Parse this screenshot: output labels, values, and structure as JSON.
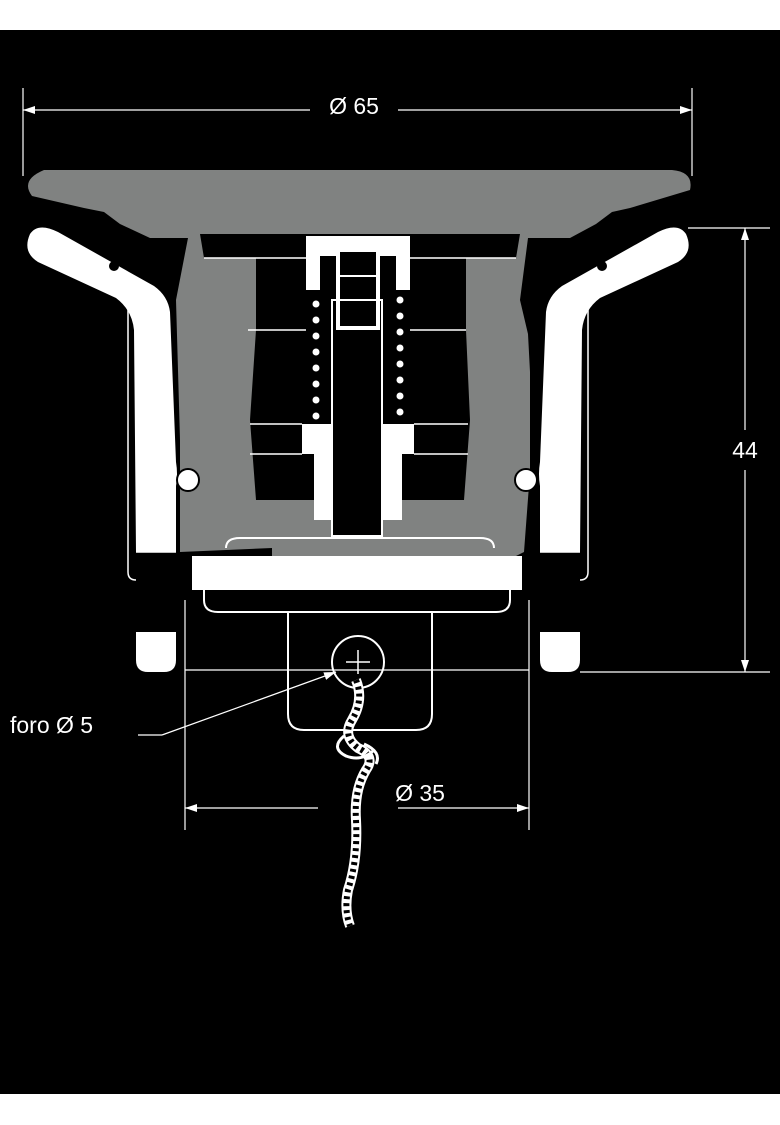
{
  "labels": {
    "diameter_outer": "Ø 65",
    "height": "44",
    "hole": "foro Ø 5",
    "diameter_inner": "Ø 35"
  },
  "colors": {
    "background": "#000000",
    "frame": "#ffffff",
    "line": "#ffffff",
    "part_gray": "#808281",
    "part_white": "#ffffff"
  }
}
